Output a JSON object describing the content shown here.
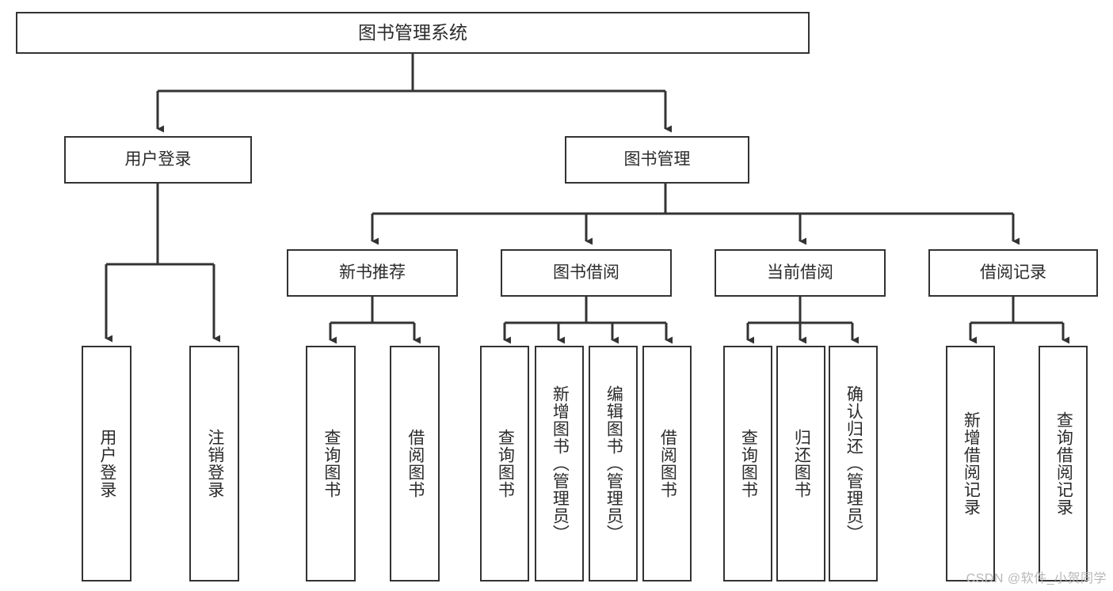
{
  "diagram": {
    "title": "图书管理系统",
    "watermark": "CSDN @软件_小贺同学",
    "levels": {
      "root": "图书管理系统",
      "level1": [
        "用户登录",
        "图书管理"
      ],
      "level2": [
        "新书推荐",
        "图书借阅",
        "当前借阅",
        "借阅记录"
      ]
    },
    "nodes": {
      "root": "图书管理系统",
      "user_login": "用户登录",
      "book_manage": "图书管理",
      "new_book_rec": "新书推荐",
      "book_borrow": "图书借阅",
      "current_borrow": "当前借阅",
      "borrow_record": "借阅记录",
      "leaf_user_login": "用户登录",
      "leaf_logout": "注销登录",
      "leaf_query_book_1": "查询图书",
      "leaf_borrow_book_1": "借阅图书",
      "leaf_query_book_2": "查询图书",
      "leaf_add_book_admin": "新增图书（管理员）",
      "leaf_edit_book_admin": "编辑图书（管理员）",
      "leaf_borrow_book_2": "借阅图书",
      "leaf_query_book_3": "查询图书",
      "leaf_return_book": "归还图书",
      "leaf_confirm_return_admin": "确认归还（管理员）",
      "leaf_add_record": "新增借阅记录",
      "leaf_query_record": "查询借阅记录"
    },
    "colors": {
      "border": "#333333",
      "text": "#2b2b2b",
      "background": "#ffffff",
      "connector": "#333333",
      "watermark": "#b8b8b8"
    }
  },
  "chart_data": {
    "type": "tree",
    "title": "图书管理系统",
    "root": {
      "label": "图书管理系统",
      "children": [
        {
          "label": "用户登录",
          "children": [
            {
              "label": "用户登录",
              "children": []
            },
            {
              "label": "注销登录",
              "children": []
            }
          ]
        },
        {
          "label": "图书管理",
          "children": [
            {
              "label": "新书推荐",
              "children": [
                {
                  "label": "查询图书",
                  "children": []
                },
                {
                  "label": "借阅图书",
                  "children": []
                }
              ]
            },
            {
              "label": "图书借阅",
              "children": [
                {
                  "label": "查询图书",
                  "children": []
                },
                {
                  "label": "新增图书（管理员）",
                  "children": []
                },
                {
                  "label": "编辑图书（管理员）",
                  "children": []
                },
                {
                  "label": "借阅图书",
                  "children": []
                }
              ]
            },
            {
              "label": "当前借阅",
              "children": [
                {
                  "label": "查询图书",
                  "children": []
                },
                {
                  "label": "归还图书",
                  "children": []
                },
                {
                  "label": "确认归还（管理员）",
                  "children": []
                }
              ]
            },
            {
              "label": "借阅记录",
              "children": [
                {
                  "label": "新增借阅记录",
                  "children": []
                },
                {
                  "label": "查询借阅记录",
                  "children": []
                }
              ]
            }
          ]
        }
      ]
    }
  }
}
